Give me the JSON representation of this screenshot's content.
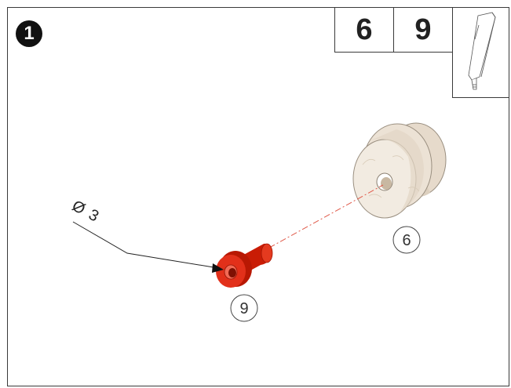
{
  "step": {
    "number": "1"
  },
  "parts_header": {
    "part_a": "6",
    "part_b": "9"
  },
  "dimension": {
    "symbol": "Ø",
    "value": "3"
  },
  "callouts": {
    "wheel": "6",
    "bushing": "9"
  },
  "colors": {
    "bushing_red": "#d81e05",
    "wheel_wood": "#ece2d5",
    "badge": "#111111"
  },
  "icons": {
    "thumbnail": "wand-part-thumbnail-icon"
  }
}
